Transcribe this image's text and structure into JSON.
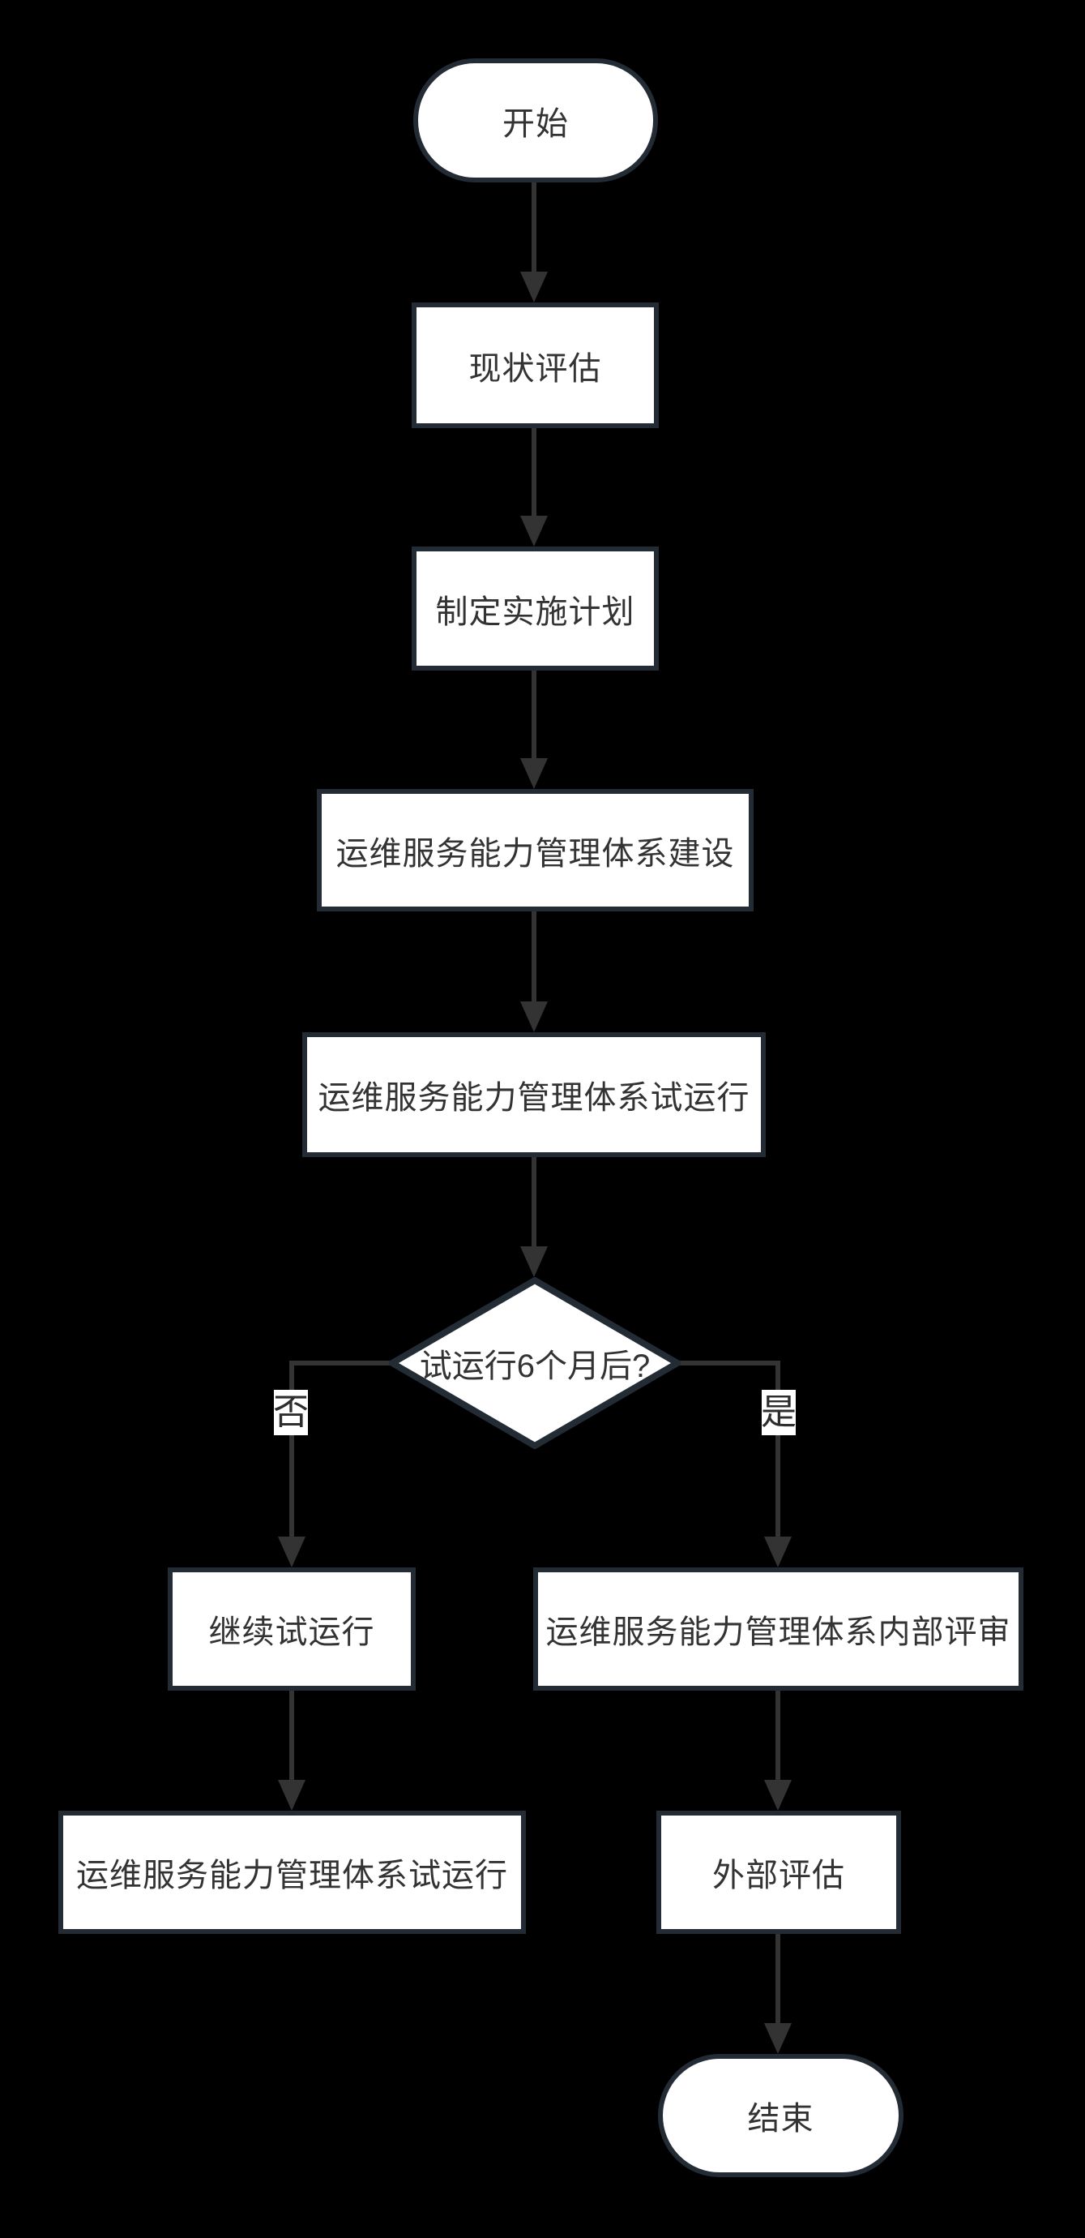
{
  "diagram": {
    "background_color": "#000000",
    "node_fill_color": "#ffffff",
    "node_border_color": "#232b35",
    "connector_color": "#333333",
    "text_color": "#333333",
    "nodes": {
      "start": {
        "type": "terminator",
        "label": "开始"
      },
      "assess": {
        "type": "process",
        "label": "现状评估"
      },
      "plan": {
        "type": "process",
        "label": "制定实施计划"
      },
      "build": {
        "type": "process",
        "label": "运维服务能力管理体系建设"
      },
      "trial": {
        "type": "process",
        "label": "运维服务能力管理体系试运行"
      },
      "decision": {
        "type": "decision",
        "label": "试运行6个月后?"
      },
      "continue_trial": {
        "type": "process",
        "label": "继续试运行"
      },
      "internal_review": {
        "type": "process",
        "label": "运维服务能力管理体系内部评审"
      },
      "trial_rerun": {
        "type": "process",
        "label": "运维服务能力管理体系试运行"
      },
      "external_assessment": {
        "type": "process",
        "label": "外部评估"
      },
      "end": {
        "type": "terminator",
        "label": "结束"
      }
    },
    "branch_labels": {
      "no": "否",
      "yes": "是"
    },
    "edges": [
      {
        "from": "start",
        "to": "assess"
      },
      {
        "from": "assess",
        "to": "plan"
      },
      {
        "from": "plan",
        "to": "build"
      },
      {
        "from": "build",
        "to": "trial"
      },
      {
        "from": "trial",
        "to": "decision"
      },
      {
        "from": "decision",
        "to": "continue_trial",
        "label": "否"
      },
      {
        "from": "decision",
        "to": "internal_review",
        "label": "是"
      },
      {
        "from": "continue_trial",
        "to": "trial_rerun"
      },
      {
        "from": "internal_review",
        "to": "external_assessment"
      },
      {
        "from": "external_assessment",
        "to": "end"
      }
    ]
  }
}
